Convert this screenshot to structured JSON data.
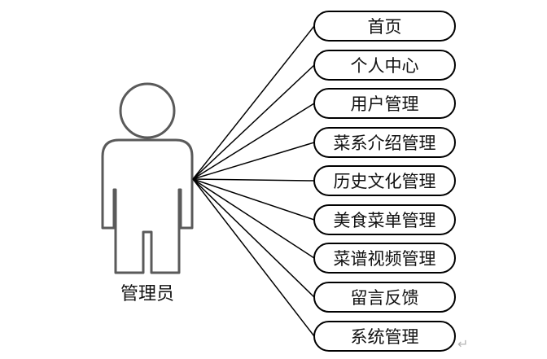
{
  "actor": {
    "label": "管理员",
    "icon": "stick-figure-icon",
    "stroke_color": "#555555"
  },
  "use_cases": [
    {
      "label": "首页"
    },
    {
      "label": "个人中心"
    },
    {
      "label": "用户管理"
    },
    {
      "label": "菜系介绍管理"
    },
    {
      "label": "历史文化管理"
    },
    {
      "label": "美食菜单管理"
    },
    {
      "label": "菜谱视频管理"
    },
    {
      "label": "留言反馈"
    },
    {
      "label": "系统管理"
    }
  ],
  "return_mark": "↵",
  "colors": {
    "line": "#000000",
    "box_border": "#000000",
    "text": "#111111"
  }
}
